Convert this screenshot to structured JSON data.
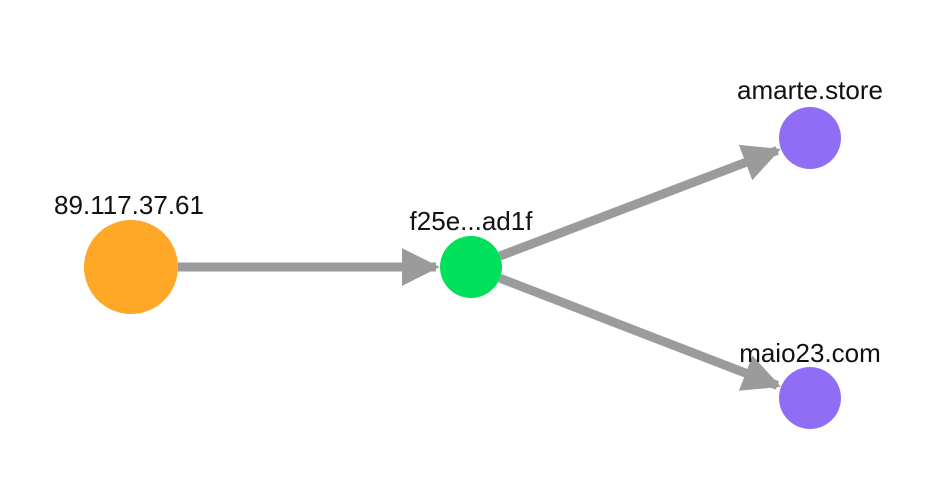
{
  "colors": {
    "edge": "#9b9b9b",
    "ip_node": "#ffa726",
    "hash_node": "#00e05a",
    "domain_node": "#8f6ef5"
  },
  "nodes": [
    {
      "id": "ip",
      "label": "89.117.37.61",
      "kind": "ip",
      "color": "#ffa726"
    },
    {
      "id": "hash",
      "label": "f25e...ad1f",
      "kind": "hash",
      "color": "#00e05a"
    },
    {
      "id": "domain1",
      "label": "amarte.store",
      "kind": "domain",
      "color": "#8f6ef5"
    },
    {
      "id": "domain2",
      "label": "maio23.com",
      "kind": "domain",
      "color": "#8f6ef5"
    }
  ],
  "edges": [
    {
      "from": "ip",
      "to": "hash"
    },
    {
      "from": "hash",
      "to": "domain1"
    },
    {
      "from": "hash",
      "to": "domain2"
    }
  ]
}
